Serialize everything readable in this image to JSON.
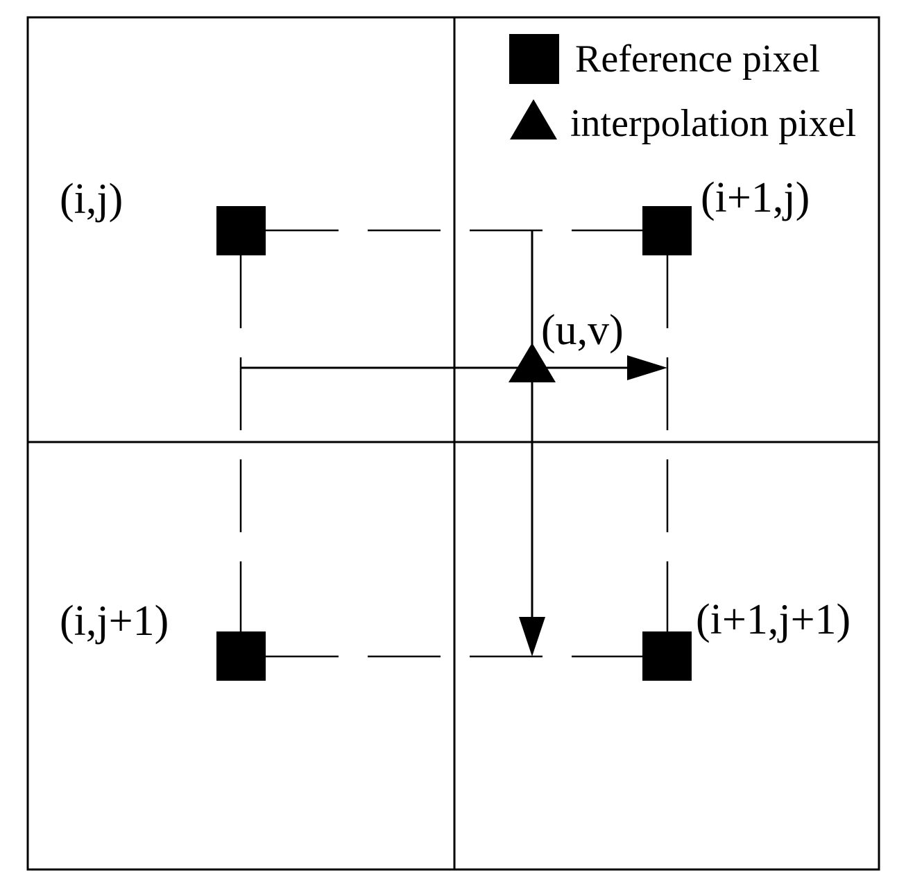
{
  "colors": {
    "ink": "#000000",
    "background": "#ffffff"
  },
  "legend": {
    "reference": "Reference pixel",
    "interpolation": "interpolation pixel"
  },
  "labels": {
    "top_left": "(i,j)",
    "top_right": "(i+1,j)",
    "bottom_left": "(i,j+1)",
    "bottom_right": "(i+1,j+1)",
    "target": "(u,v)"
  }
}
